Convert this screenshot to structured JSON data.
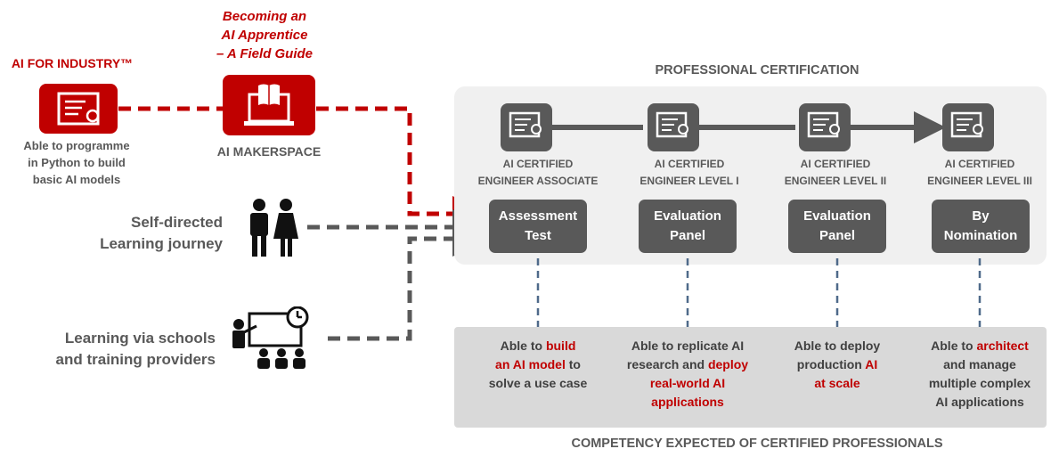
{
  "headings": {
    "professional_certification": "PROFESSIONAL CERTIFICATION",
    "competency": "COMPETENCY EXPECTED OF CERTIFIED PROFESSIONALS"
  },
  "sources": {
    "ai_for_industry": {
      "title": "AI FOR INDUSTRY™",
      "caption": [
        "Able to programme",
        "in Python to build",
        "basic AI models"
      ],
      "icon": "certificate-icon"
    },
    "field_guide": {
      "title": [
        "Becoming an",
        "AI Apprentice",
        "– A Field Guide"
      ]
    },
    "makerspace": {
      "label": "AI MAKERSPACE",
      "icon": "book-laptop-icon"
    },
    "self_directed": {
      "label": [
        "Self-directed",
        "Learning journey"
      ],
      "icon": "people-icon"
    },
    "schools": {
      "label": [
        "Learning via schools",
        "and training providers"
      ],
      "icon": "classroom-icon"
    }
  },
  "levels": [
    {
      "name": [
        "AI CERTIFIED",
        "ENGINEER ASSOCIATE"
      ],
      "pathway": [
        "Assessment",
        "Test"
      ],
      "competency": [
        [
          {
            "t": "Able to ",
            "hl": false
          },
          {
            "t": "build",
            "hl": true
          }
        ],
        [
          {
            "t": "an AI model",
            "hl": true
          },
          {
            "t": " to",
            "hl": false
          }
        ],
        [
          {
            "t": "solve a use case",
            "hl": false
          }
        ]
      ]
    },
    {
      "name": [
        "AI CERTIFIED",
        "ENGINEER LEVEL I"
      ],
      "pathway": [
        "Evaluation",
        "Panel"
      ],
      "competency": [
        [
          {
            "t": "Able to replicate AI",
            "hl": false
          }
        ],
        [
          {
            "t": "research and ",
            "hl": false
          },
          {
            "t": "deploy",
            "hl": true
          }
        ],
        [
          {
            "t": "real-world AI",
            "hl": true
          }
        ],
        [
          {
            "t": "applications",
            "hl": true
          }
        ]
      ]
    },
    {
      "name": [
        "AI CERTIFIED",
        "ENGINEER LEVEL II"
      ],
      "pathway": [
        "Evaluation",
        "Panel"
      ],
      "competency": [
        [
          {
            "t": "Able to deploy",
            "hl": false
          }
        ],
        [
          {
            "t": "production ",
            "hl": false
          },
          {
            "t": "AI",
            "hl": true
          }
        ],
        [
          {
            "t": "at scale",
            "hl": true
          }
        ]
      ]
    },
    {
      "name": [
        "AI CERTIFIED",
        "ENGINEER LEVEL III"
      ],
      "pathway": [
        "By",
        "Nomination"
      ],
      "competency": [
        [
          {
            "t": "Able to ",
            "hl": false
          },
          {
            "t": "architect",
            "hl": true
          }
        ],
        [
          {
            "t": "and manage",
            "hl": false
          }
        ],
        [
          {
            "t": "multiple complex",
            "hl": false
          }
        ],
        [
          {
            "t": "AI applications",
            "hl": false
          }
        ]
      ]
    }
  ],
  "colors": {
    "accent_red": "#c00000",
    "dark_grey": "#595959",
    "panel_light": "#f0f0f0",
    "panel_mid": "#d9d9d9"
  }
}
